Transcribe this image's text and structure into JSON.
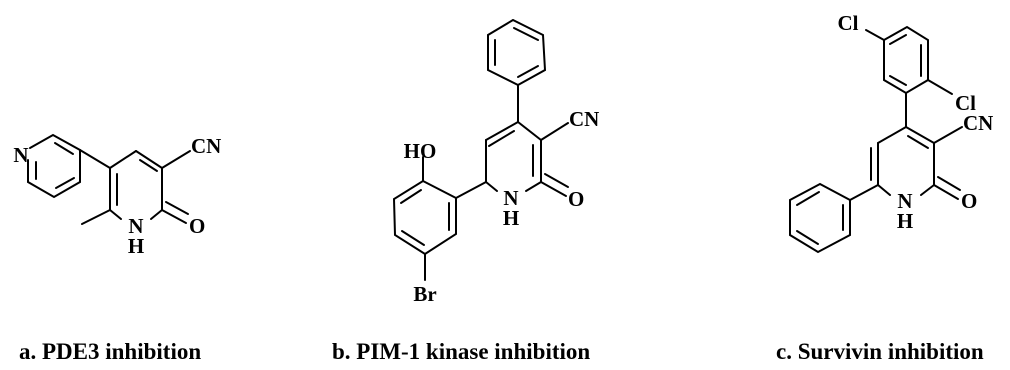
{
  "molecules": [
    {
      "caption": "a. PDE3 inhibition",
      "atoms": {
        "pyridine_n": "N",
        "nitrile": "CN",
        "ring_nh_n": "N",
        "ring_nh_h": "H",
        "carbonyl_o": "O"
      }
    },
    {
      "caption": "b. PIM-1 kinase inhibition",
      "atoms": {
        "hydroxyl": "HO",
        "nitrile": "CN",
        "ring_nh_n": "N",
        "ring_nh_h": "H",
        "carbonyl_o": "O",
        "bromo": "Br"
      }
    },
    {
      "caption": "c. Survivin inhibition",
      "atoms": {
        "chloro_top": "Cl",
        "chloro_ortho": "Cl",
        "nitrile": "CN",
        "ring_nh_n": "N",
        "ring_nh_h": "H",
        "carbonyl_o": "O"
      }
    }
  ]
}
